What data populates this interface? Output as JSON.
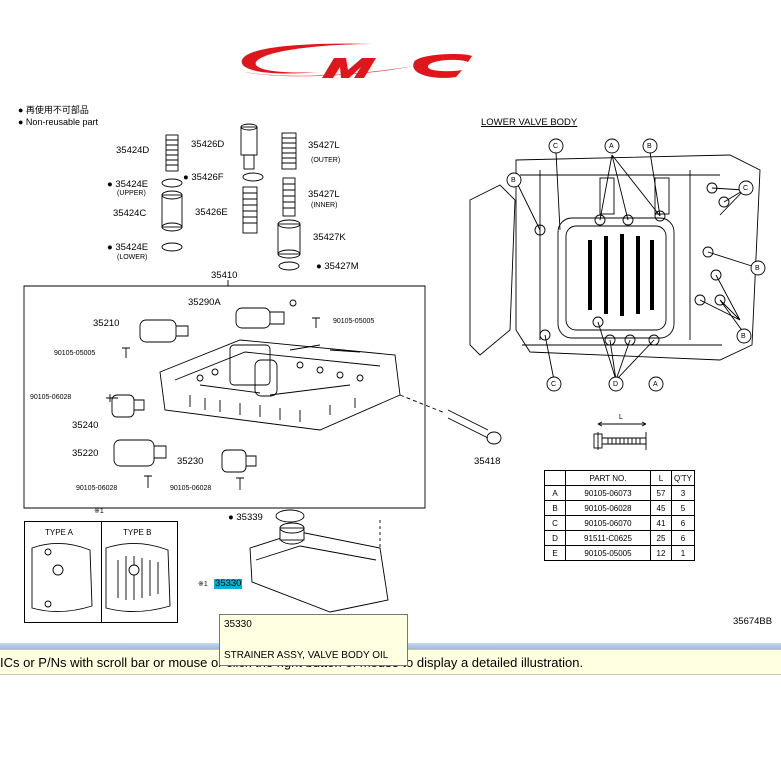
{
  "colors": {
    "logo": "#e0161d",
    "highlight": "#00b4d8",
    "tooltip_bg": "#ffffe1",
    "status_bg": "#ffffe1"
  },
  "logo_text": "CMC",
  "legend": [
    "● 再使用不可部品",
    "● Non-reusable part"
  ],
  "lower_valve_body_title": "LOWER VALVE BODY",
  "labels": {
    "p35424d": "35424D",
    "p35426d": "35426D",
    "p35427l_outer": "35427L",
    "outer": "(OUTER)",
    "p35424e_upper": "35424E",
    "upper": "(UPPER)",
    "p35426f": "35426F",
    "p35424c": "35424C",
    "p35426e": "35426E",
    "p35427l_inner": "35427L",
    "inner": "(INNER)",
    "p35424e_lower": "35424E",
    "lower": "(LOWER)",
    "p35427k": "35427K",
    "p35427m": "35427M",
    "p35410": "35410",
    "p35290a": "35290A",
    "p35210": "35210",
    "b90105_05005_a": "90105-05005",
    "b90105_05005_b": "90105-05005",
    "b90105_06028_a": "90105-06028",
    "p35240": "35240",
    "p35220": "35220",
    "p35230": "35230",
    "b90105_06028_b": "90105-06028",
    "b90105_06028_c": "90105-06028",
    "p35418": "35418",
    "p35339": "35339",
    "mark1_a": "※1",
    "mark1_b": "※1",
    "p35330": "35330",
    "dim_l": "L"
  },
  "type_box": {
    "type_a": "TYPE A",
    "type_b": "TYPE B"
  },
  "callouts": [
    "A",
    "B",
    "B",
    "C",
    "C",
    "D",
    "B",
    "B",
    "C",
    "A"
  ],
  "parts_table": {
    "headers": [
      "",
      "PART NO.",
      "L",
      "Q'TY"
    ],
    "rows": [
      [
        "A",
        "90105-06073",
        "57",
        "3"
      ],
      [
        "B",
        "90105-06028",
        "45",
        "5"
      ],
      [
        "C",
        "90105-06070",
        "41",
        "6"
      ],
      [
        "D",
        "91511-C0625",
        "25",
        "6"
      ],
      [
        "E",
        "90105-05005",
        "12",
        "1"
      ]
    ]
  },
  "figure_id": "35674BB",
  "tooltip": {
    "part_number": "35330",
    "part_name": "STRAINER ASSY, VALVE BODY OIL"
  },
  "status_bar": "ICs or P/Ns with scroll bar or mouse or click the right button of mouse to display a detailed illustration."
}
